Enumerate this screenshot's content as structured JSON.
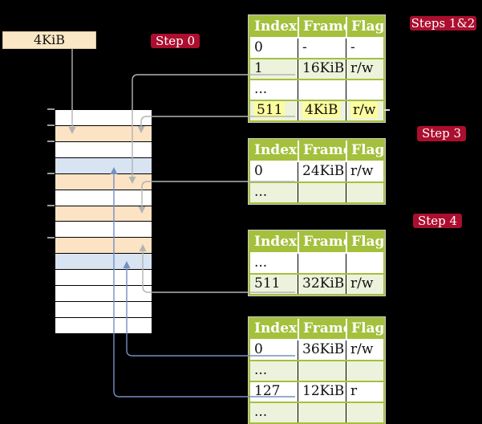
{
  "colors": {
    "badge": "#ab0e2e",
    "green": "#a4c03c",
    "tint": "#edf2dc",
    "highlight": "#fdfd9d",
    "peach": "#fbe3c4",
    "blue_fill": "#d9e4f2",
    "gray_line": "#b3b3b3",
    "blue_line": "#7590c2",
    "box_fill": "#f9e7c6",
    "tick": "#9c9c9c"
  },
  "frame_box": {
    "label": "4KiB"
  },
  "badges": [
    {
      "id": "step0",
      "label": "Step 0"
    },
    {
      "id": "steps12",
      "label": "Steps 1&2"
    },
    {
      "id": "step3",
      "label": "Step 3"
    },
    {
      "id": "step4",
      "label": "Step 4"
    }
  ],
  "tables": [
    {
      "id": "level4-table",
      "headers": [
        "Index",
        "Frame",
        "Flags"
      ],
      "rows": [
        {
          "cells": [
            "0",
            "-",
            "-"
          ],
          "tinted": false,
          "highlighted": false
        },
        {
          "cells": [
            "1",
            "16KiB",
            "r/w"
          ],
          "tinted": true,
          "highlighted": false
        },
        {
          "cells": [
            "...",
            "",
            ""
          ],
          "tinted": false,
          "highlighted": false
        },
        {
          "cells": [
            "511",
            "4KiB",
            "r/w"
          ],
          "tinted": true,
          "highlighted": true
        }
      ]
    },
    {
      "id": "level3-table",
      "headers": [
        "Index",
        "Frame",
        "Flags"
      ],
      "rows": [
        {
          "cells": [
            "0",
            "24KiB",
            "r/w"
          ],
          "tinted": false,
          "highlighted": false
        },
        {
          "cells": [
            "...",
            "",
            ""
          ],
          "tinted": true,
          "highlighted": false
        }
      ]
    },
    {
      "id": "level2-table",
      "headers": [
        "Index",
        "Frame",
        "Flags"
      ],
      "rows": [
        {
          "cells": [
            "...",
            "",
            ""
          ],
          "tinted": false,
          "highlighted": false
        },
        {
          "cells": [
            "511",
            "32KiB",
            "r/w"
          ],
          "tinted": true,
          "highlighted": false
        }
      ]
    },
    {
      "id": "level1-table",
      "headers": [
        "Index",
        "Frame",
        "Flags"
      ],
      "rows": [
        {
          "cells": [
            "0",
            "36KiB",
            "r/w"
          ],
          "tinted": false,
          "highlighted": false
        },
        {
          "cells": [
            "...",
            "",
            ""
          ],
          "tinted": true,
          "highlighted": false
        },
        {
          "cells": [
            "127",
            "12KiB",
            "r"
          ],
          "tinted": false,
          "highlighted": false
        },
        {
          "cells": [
            "...",
            "",
            ""
          ],
          "tinted": true,
          "highlighted": false
        }
      ]
    }
  ],
  "memory_column": {
    "rows": [
      "free",
      "page-table",
      "free",
      "mapped-frame",
      "page-table",
      "free",
      "page-table",
      "free",
      "page-table",
      "mapped-frame",
      "free",
      "free",
      "free",
      "free"
    ]
  }
}
